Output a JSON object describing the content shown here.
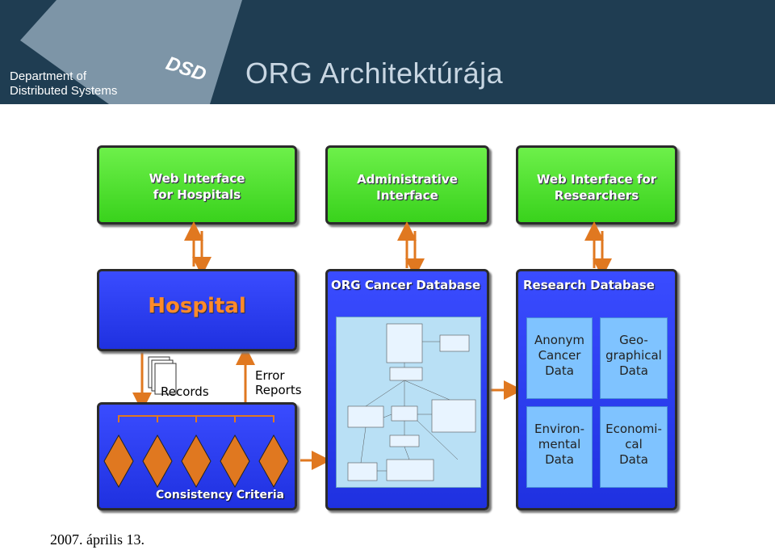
{
  "header": {
    "department": [
      "Department of",
      "Distributed Systems"
    ],
    "logo": "DSD",
    "title": "ORG Architektúrája"
  },
  "diagram": {
    "top_boxes": [
      {
        "lines": [
          "Web Interface",
          "for Hospitals"
        ]
      },
      {
        "lines": [
          "Administrative",
          "Interface"
        ]
      },
      {
        "lines": [
          "Web Interface for",
          "Researchers"
        ]
      }
    ],
    "hospital": {
      "title": "Hospital"
    },
    "records_label": "Records",
    "error_reports_label": [
      "Error",
      "Reports"
    ],
    "consistency_label": "Consistency Criteria",
    "org_db_title": "ORG Cancer Database",
    "research_db": {
      "title": "Research Database",
      "cells": [
        {
          "lines": [
            "Anonym",
            "Cancer",
            "Data"
          ]
        },
        {
          "lines": [
            "Geo-",
            "graphical",
            "Data"
          ]
        },
        {
          "lines": [
            "Environ-",
            "mental",
            "Data"
          ]
        },
        {
          "lines": [
            "Economi-",
            "cal",
            "Data"
          ]
        }
      ]
    },
    "colors": {
      "green": "#4ee22c",
      "blue": "#2a3cf0",
      "orange": "#e07820",
      "cell": "#7fc3ff"
    }
  },
  "footer": {
    "date": "2007. április 13."
  }
}
